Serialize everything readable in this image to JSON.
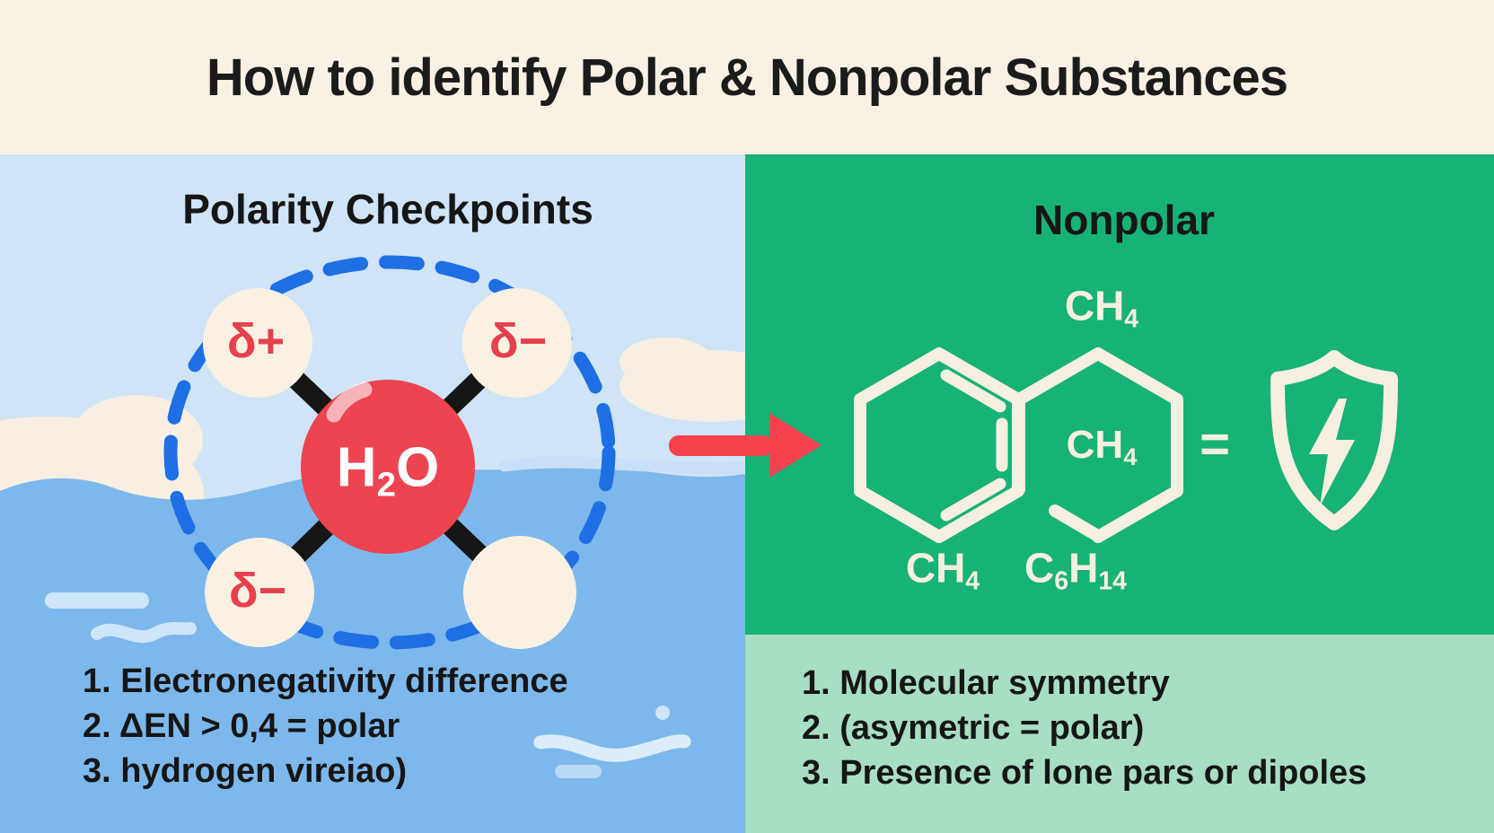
{
  "title": "How to identify Polar & Nonpolar Substances",
  "colors": {
    "header_bg": "#faf1e5",
    "sky_blue": "#cfe4f6",
    "water_blue": "#7db8ec",
    "dashed_circle_blue": "#1f6fe4",
    "molecule_red": "#ee4350",
    "arrow_red": "#f5424e",
    "delta_red": "#e7404d",
    "bond_black": "#161616",
    "green": "#17b275",
    "light_green": "#a8dec3",
    "cream": "#f8f0e1"
  },
  "left_panel": {
    "heading": "Polarity Checkpoints",
    "molecule": {
      "formula": {
        "f1": "H",
        "sub": "2",
        "f2": "O"
      },
      "delta_top_left": "δ+",
      "delta_top_right": "δ−",
      "delta_bottom_left": "δ−"
    },
    "checklist": [
      "1. Electronegativity difference",
      "2.  ΔEN > 0,4 = polar",
      "3. hydrogen vireiao)"
    ]
  },
  "right_panel": {
    "heading": "Nonpolar",
    "equals_sign": "=",
    "labels": {
      "top": {
        "f": "CH",
        "sub": "4"
      },
      "center": {
        "f": "CH",
        "sub": "4"
      },
      "bottom_left": {
        "f": "CH",
        "sub": "4"
      },
      "bottom_right": {
        "c": "C",
        "c_sub": "6",
        "h": "H",
        "h_sub": "14"
      }
    },
    "checklist": [
      "1.  Molecular symmetry",
      "2. (asymetric = polar)",
      "3. Presence of lone pars or dipoles"
    ]
  }
}
